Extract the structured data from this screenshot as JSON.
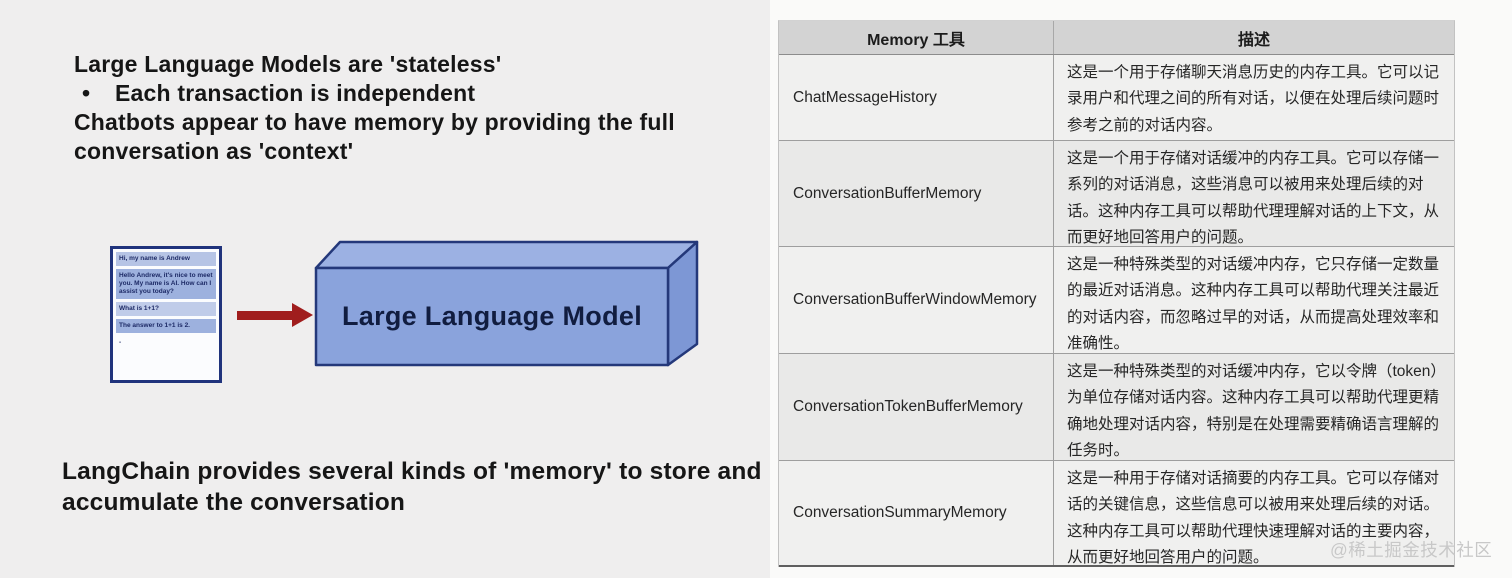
{
  "slide": {
    "heading_line1": "Large Language Models are 'stateless'",
    "bullet_char": "•",
    "bullet_text": "Each transaction is independent",
    "heading_line2": "Chatbots appear to have memory by providing the full conversation as 'context'",
    "footer": "LangChain provides several kinds of 'memory' to store and accumulate the conversation",
    "diagram": {
      "chat_messages": [
        {
          "text": "Hi, my name is Andrew"
        },
        {
          "text": "Hello Andrew, it's nice to meet you. My name is AI. How can I assist you today?"
        },
        {
          "text": "What is 1+1?"
        },
        {
          "text": "The answer to 1+1 is 2."
        },
        {
          "text": "-"
        }
      ],
      "box_label": "Large Language Model",
      "colors": {
        "arrow": "#a01d1d",
        "box_front": "#8aa3dc",
        "box_top": "#9cb1e3",
        "box_side": "#7d97d5",
        "box_border": "#24387a",
        "chat_border": "#20337c"
      }
    }
  },
  "table": {
    "headers": {
      "tool": "Memory 工具",
      "description": "描述"
    },
    "rows": [
      {
        "tool": "ChatMessageHistory",
        "description": "这是一个用于存储聊天消息历史的内存工具。它可以记录用户和代理之间的所有对话，以便在处理后续问题时参考之前的对话内容。"
      },
      {
        "tool": "ConversationBufferMemory",
        "description": "这是一个用于存储对话缓冲的内存工具。它可以存储一系列的对话消息，这些消息可以被用来处理后续的对话。这种内存工具可以帮助代理理解对话的上下文，从而更好地回答用户的问题。"
      },
      {
        "tool": "ConversationBufferWindowMemory",
        "description": "这是一种特殊类型的对话缓冲内存，它只存储一定数量的最近对话消息。这种内存工具可以帮助代理关注最近的对话内容，而忽略过早的对话，从而提高处理效率和准确性。"
      },
      {
        "tool": "ConversationTokenBufferMemory",
        "description": "这是一种特殊类型的对话缓冲内存，它以令牌（token）为单位存储对话内容。这种内存工具可以帮助代理更精确地处理对话内容，特别是在处理需要精确语言理解的任务时。"
      },
      {
        "tool": "ConversationSummaryMemory",
        "description": "这是一种用于存储对话摘要的内存工具。它可以存储对话的关键信息，这些信息可以被用来处理后续的对话。这种内存工具可以帮助代理快速理解对话的主要内容，从而更好地回答用户的问题。"
      }
    ]
  },
  "watermark": "@稀土掘金技术社区"
}
